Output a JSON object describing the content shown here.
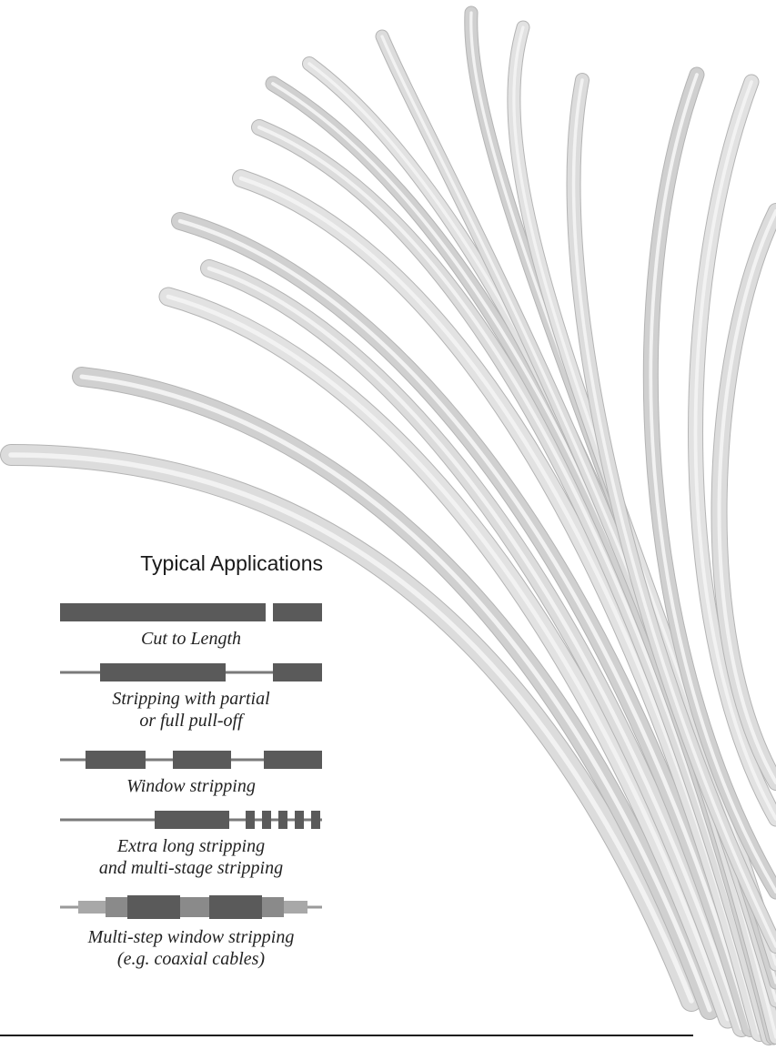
{
  "illustration": {
    "subject": "bundle of stripped cables",
    "icon": "cable-bundle-illustration"
  },
  "typical_applications": {
    "title": "Typical Applications",
    "items": [
      {
        "label": "Cut to Length",
        "icon": "cut-to-length-diagram"
      },
      {
        "label": "Stripping with partial",
        "label2": "or full pull-off",
        "icon": "partial-pull-off-diagram"
      },
      {
        "label": "Window stripping",
        "icon": "window-stripping-diagram"
      },
      {
        "label": "Extra long stripping",
        "label2": "and multi-stage stripping",
        "icon": "multi-stage-stripping-diagram"
      },
      {
        "label": "Multi-step window stripping",
        "label2": "(e.g. coaxial cables)",
        "icon": "coaxial-window-stripping-diagram"
      }
    ]
  },
  "colors": {
    "insulation": "#5a5a5a",
    "conductor": "#8a8a8a",
    "shield": "#a8a8a8",
    "rule": "#1a1a1a"
  }
}
